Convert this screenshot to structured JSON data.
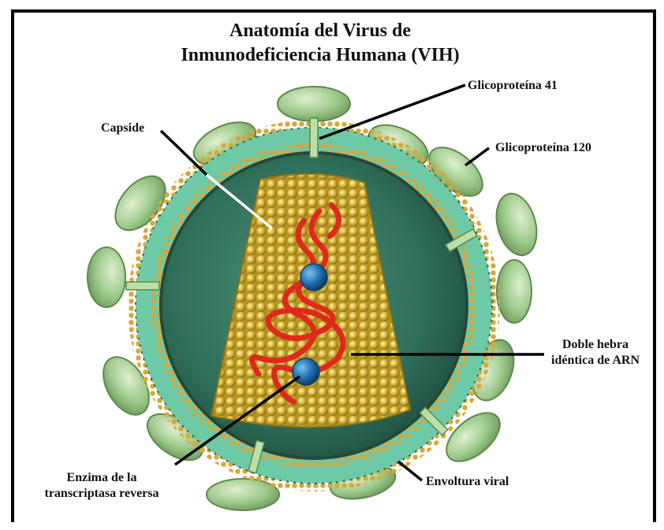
{
  "title": {
    "line1": "Anatomía del Virus de",
    "line2": "Inmunodeficiencia Humana (VIH)"
  },
  "labels": {
    "gp41": "Glicoproteína 41",
    "gp120": "Glicoproteína 120",
    "capside": "Capside",
    "rna_line1": "Doble hebra",
    "rna_line2": "idéntica de ARN",
    "enzyme_line1": "Enzima de la",
    "enzyme_line2": "transcriptasa reversa",
    "envelope": "Envoltura viral"
  },
  "colors": {
    "interior": "#2f6f5a",
    "membrane": "#6ec9a6",
    "lipid_heads": "#d9a83a",
    "glycoprotein": "#9cc98a",
    "capsid": "#d6b43c",
    "rna": "#e0281c",
    "enzyme": "#1f6fb0"
  }
}
